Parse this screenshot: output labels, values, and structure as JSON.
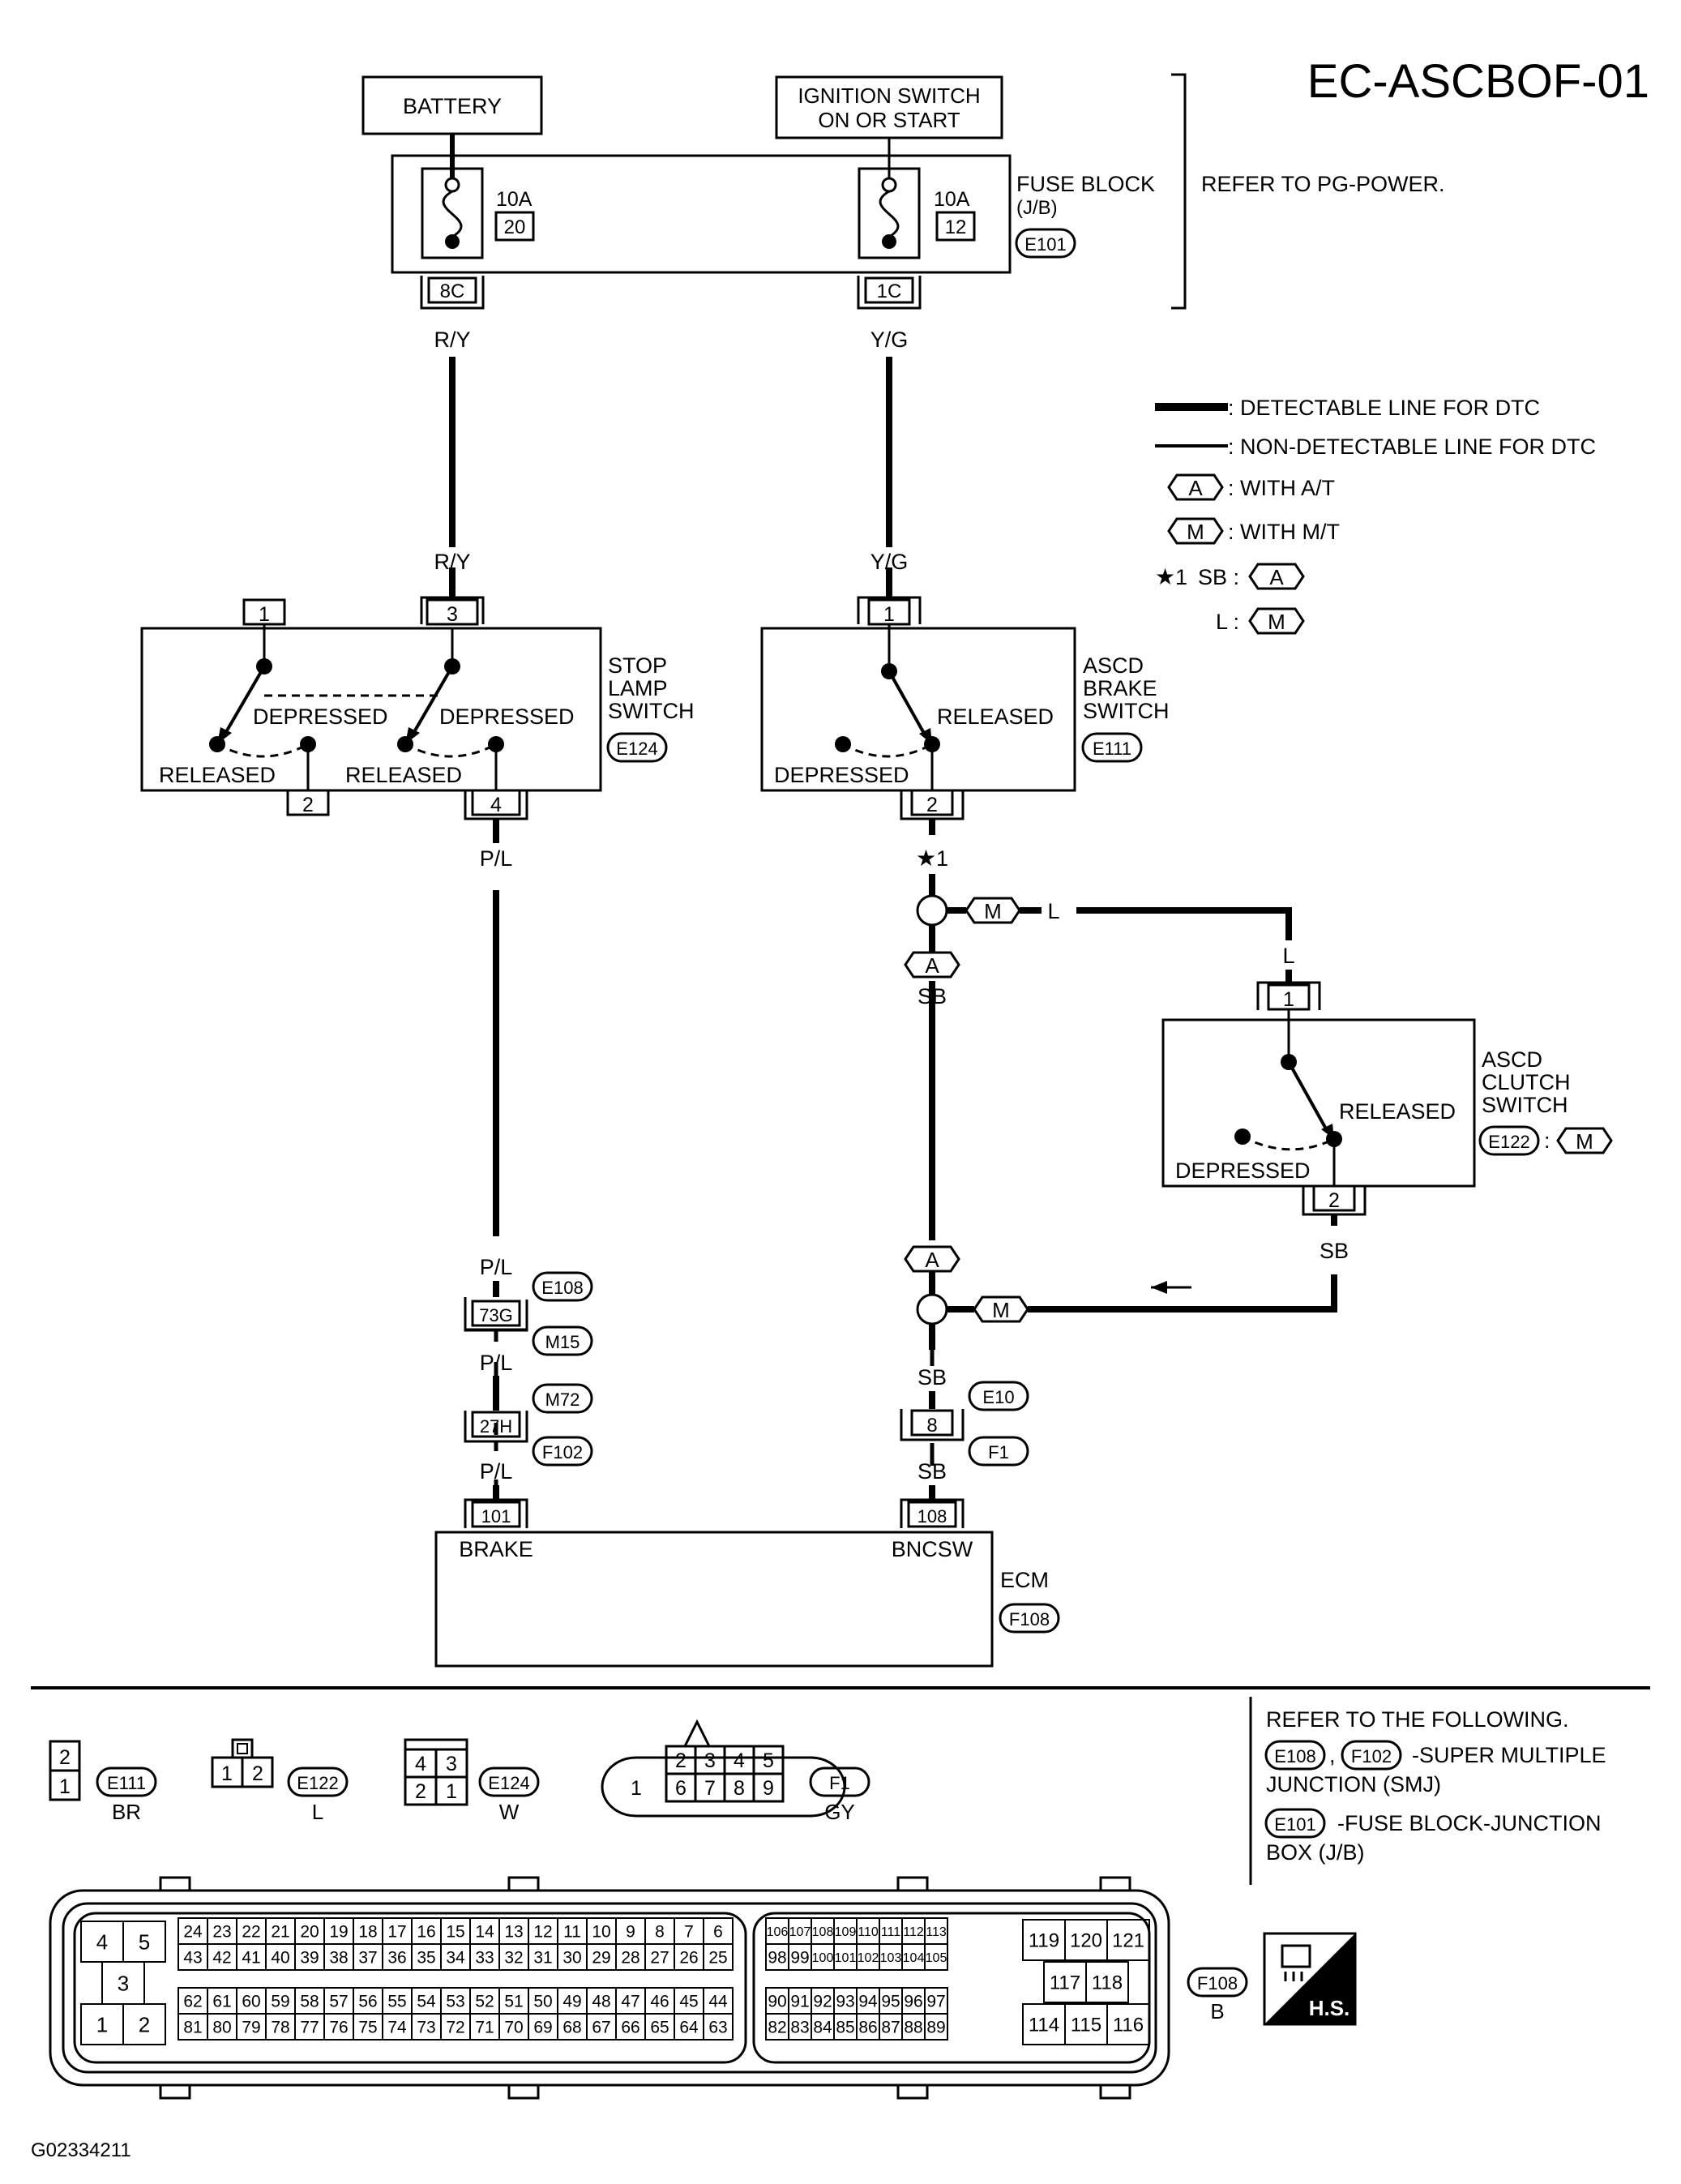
{
  "page_id": "EC-ASCBOF-01",
  "figure_id": "G02334211",
  "battery": "BATTERY",
  "ignition": [
    "IGNITION SWITCH",
    "ON OR START"
  ],
  "refer_pg": "REFER TO PG-POWER.",
  "fuse_block": {
    "label": [
      "FUSE BLOCK",
      "(J/B)"
    ],
    "connector": "E101",
    "fuse_left": {
      "amp": "10A",
      "num": "20",
      "term": "8C"
    },
    "fuse_right": {
      "amp": "10A",
      "num": "12",
      "term": "1C"
    }
  },
  "legend": {
    "detectable": ": DETECTABLE LINE FOR DTC",
    "non_detectable": ": NON-DETECTABLE LINE FOR DTC",
    "at_sym": "A",
    "at_text": ": WITH A/T",
    "mt_sym": "M",
    "mt_text": ": WITH M/T",
    "star": "★",
    "star_num": "1",
    "sb": "SB :",
    "l": "L :"
  },
  "wire": {
    "ry": "R/Y",
    "yg": "Y/G",
    "pl": "P/L",
    "sb": "SB",
    "l": "L"
  },
  "stop_lamp": {
    "label": [
      "STOP",
      "LAMP",
      "SWITCH"
    ],
    "connector": "E124",
    "pins": [
      "1",
      "3",
      "2",
      "4"
    ],
    "depressed": "DEPRESSED",
    "released": "RELEASED"
  },
  "brake_switch": {
    "label": [
      "ASCD",
      "BRAKE",
      "SWITCH"
    ],
    "connector": "E111",
    "pins": [
      "1",
      "2"
    ],
    "depressed": "DEPRESSED",
    "released": "RELEASED"
  },
  "clutch_switch": {
    "label": [
      "ASCD",
      "CLUTCH",
      "SWITCH"
    ],
    "connector": "E122",
    "variant": "M",
    "pins": [
      "1",
      "2"
    ],
    "depressed": "DEPRESSED",
    "released": "RELEASED"
  },
  "joints": {
    "e108": "E108",
    "t73g": "73G",
    "m15": "M15",
    "m72": "M72",
    "t27h": "27H",
    "f102": "F102",
    "e10": "E10",
    "t8": "8",
    "f1": "F1"
  },
  "ecm": {
    "label": "ECM",
    "connector": "F108",
    "pin_brake": "101",
    "pin_bncsw": "108",
    "sig_brake": "BRAKE",
    "sig_bncsw": "BNCSW"
  },
  "faces": {
    "e111": {
      "id": "E111",
      "color": "BR",
      "pins": [
        "2",
        "1"
      ]
    },
    "e122": {
      "id": "E122",
      "color": "L",
      "pins": [
        "1",
        "2"
      ]
    },
    "e124": {
      "id": "E124",
      "color": "W",
      "pins": [
        "4",
        "3",
        "2",
        "1"
      ]
    },
    "f1": {
      "id": "F1",
      "color": "GY",
      "pins": [
        "1",
        "2",
        "3",
        "4",
        "5",
        "6",
        "7",
        "8",
        "9"
      ]
    },
    "f108": {
      "id": "F108",
      "color": "B"
    }
  },
  "refer_following": {
    "title": "REFER TO THE FOLLOWING.",
    "c1": "E108",
    "comma": ",",
    "c2": "F102",
    "smj1": "-SUPER MULTIPLE",
    "smj2": "JUNCTION (SMJ)",
    "c3": "E101",
    "fb1": "-FUSE BLOCK-JUNCTION",
    "fb2": "BOX (J/B)"
  },
  "hs": "H.S.",
  "ecm_pins": {
    "a_top": [
      "4",
      "5"
    ],
    "a_mid": "3",
    "a_bot": [
      "1",
      "2"
    ],
    "r1": [
      "24",
      "23",
      "22",
      "21",
      "20",
      "19",
      "18",
      "17",
      "16",
      "15",
      "14",
      "13",
      "12",
      "11",
      "10",
      "9",
      "8",
      "7",
      "6"
    ],
    "r2": [
      "43",
      "42",
      "41",
      "40",
      "39",
      "38",
      "37",
      "36",
      "35",
      "34",
      "33",
      "32",
      "31",
      "30",
      "29",
      "28",
      "27",
      "26",
      "25"
    ],
    "r3": [
      "62",
      "61",
      "60",
      "59",
      "58",
      "57",
      "56",
      "55",
      "54",
      "53",
      "52",
      "51",
      "50",
      "49",
      "48",
      "47",
      "46",
      "45",
      "44"
    ],
    "r4": [
      "81",
      "80",
      "79",
      "78",
      "77",
      "76",
      "75",
      "74",
      "73",
      "72",
      "71",
      "70",
      "69",
      "68",
      "67",
      "66",
      "65",
      "64",
      "63"
    ],
    "s1": [
      "106",
      "107",
      "108",
      "109",
      "110",
      "111",
      "112",
      "113"
    ],
    "s2": [
      "98",
      "99",
      "100",
      "101",
      "102",
      "103",
      "104",
      "105"
    ],
    "s3": [
      "90",
      "91",
      "92",
      "93",
      "94",
      "95",
      "96",
      "97"
    ],
    "s4": [
      "82",
      "83",
      "84",
      "85",
      "86",
      "87",
      "88",
      "89"
    ],
    "c_top": [
      "119",
      "120",
      "121"
    ],
    "c_mid": [
      "117",
      "118"
    ],
    "c_bot": [
      "114",
      "115",
      "116"
    ]
  }
}
